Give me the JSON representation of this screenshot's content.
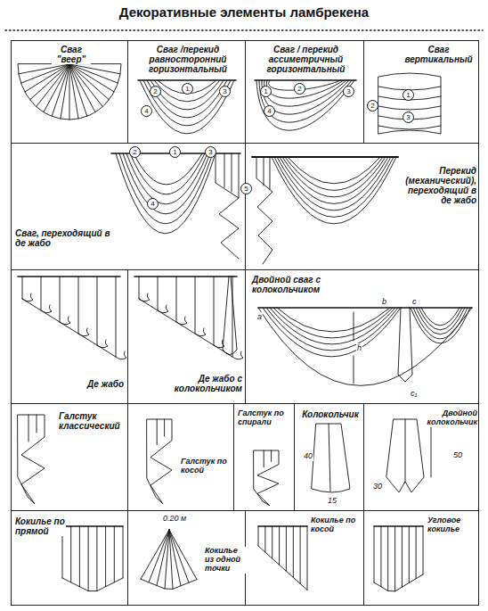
{
  "diagram": {
    "title": "Декоративные элементы ламбрекена",
    "nodes": [
      {
        "text": [
          "Сваг \"веер\""
        ]
      },
      {
        "text": [
          "Сваг /перекид равносторонний горизонтальный"
        ]
      },
      {
        "text": [
          "Сваг / перекид ассиметричный горизонтальный"
        ]
      },
      {
        "text": [
          "Сваг вертикальный"
        ]
      },
      {
        "text": [
          "Сваг, переходящий в де жабо"
        ]
      },
      {
        "text": [
          "Перекид (механический), переходящий в де жабо"
        ]
      },
      {
        "text": [
          "Де жабо"
        ]
      },
      {
        "text": [
          "Де жабо с колокольчиком"
        ]
      },
      {
        "text": [
          "Двойной сваг с колокольчиком"
        ]
      },
      {
        "text": [
          "Галстук классический"
        ]
      },
      {
        "text": [
          "Галстук по косой"
        ]
      },
      {
        "text": [
          "Галстук по спирали"
        ]
      },
      {
        "text": [
          "Колокольчик"
        ]
      },
      {
        "text": [
          "Двойной колокольчик"
        ]
      },
      {
        "text": [
          "Кокилье по прямой"
        ]
      },
      {
        "text": [
          "Кокилье из одной точки"
        ]
      },
      {
        "text": [
          "Кокилье по косой"
        ]
      },
      {
        "text": [
          "Угловое кокилье"
        ]
      }
    ],
    "labels": [
      "2",
      "1",
      "3",
      "4",
      "1",
      "2",
      "3",
      "4",
      "1",
      "2",
      "3",
      "2",
      "1",
      "3",
      "4",
      "5",
      "a",
      "b",
      "c",
      "h",
      "c₁",
      "40",
      "15",
      "50",
      "30",
      "0.20 м"
    ]
  }
}
